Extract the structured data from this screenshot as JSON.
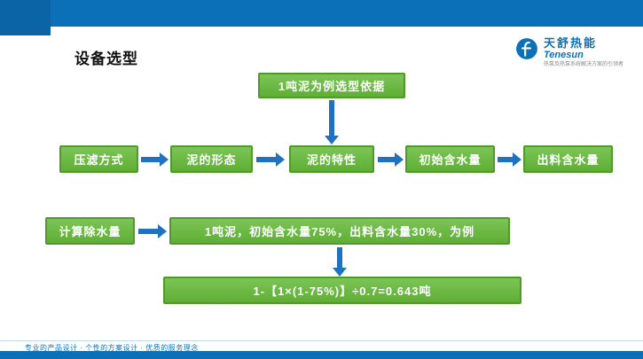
{
  "header": {
    "title": "设备选型"
  },
  "logo": {
    "name": "天舒热能",
    "latin": "Tenesun",
    "tagline": "热泵及热泵系统解决方案的引领者",
    "icon": "tenesun-circle-f-icon"
  },
  "flow": {
    "basis_box": "1吨泥为例选型依据",
    "steps": [
      "压滤方式",
      "泥的形态",
      "泥的特性",
      "初始含水量",
      "出料含水量"
    ],
    "calc_label": "计算除水量",
    "calc_example": "1吨泥，初始含水量75%，出料含水量30%，为例",
    "calc_result": "1-【1×(1-75%)】÷0.7=0.643吨"
  },
  "footer": {
    "slogan": "专业的产品设计 · 个性的方案设计 · 优质的服务理念"
  },
  "colors": {
    "frame_blue": "#0c70b8",
    "arrow_blue": "#1f72bf",
    "box_green": "#6cba43",
    "box_green_border": "#4f9a2b"
  }
}
